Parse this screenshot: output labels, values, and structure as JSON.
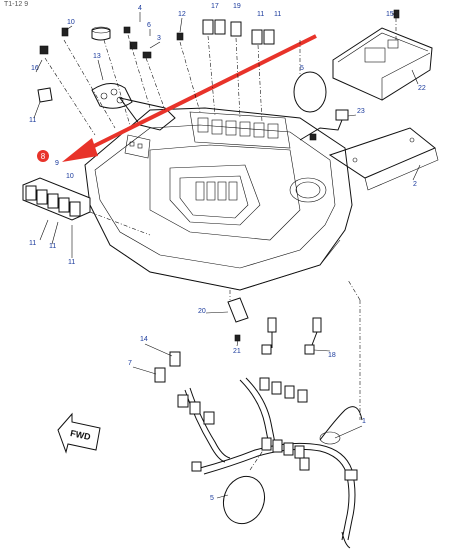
{
  "header": {
    "part_code": "T1-12 9"
  },
  "callouts": [
    {
      "id": "c4",
      "text": "4"
    },
    {
      "id": "c6",
      "text": "6"
    },
    {
      "id": "c3",
      "text": "3"
    },
    {
      "id": "c10",
      "text": "10"
    },
    {
      "id": "c13",
      "text": "13"
    },
    {
      "id": "c16",
      "text": "16"
    },
    {
      "id": "c11a",
      "text": "11"
    },
    {
      "id": "c12",
      "text": "12"
    },
    {
      "id": "c17",
      "text": "17"
    },
    {
      "id": "c19",
      "text": "19"
    },
    {
      "id": "c11b",
      "text": "11"
    },
    {
      "id": "c11c",
      "text": "11"
    },
    {
      "id": "c15",
      "text": "15"
    },
    {
      "id": "c22",
      "text": "22"
    },
    {
      "id": "c5a",
      "text": "5"
    },
    {
      "id": "c23",
      "text": "23"
    },
    {
      "id": "c2",
      "text": "2"
    },
    {
      "id": "c8",
      "text": "8"
    },
    {
      "id": "c9",
      "text": "9"
    },
    {
      "id": "c10b",
      "text": "10"
    },
    {
      "id": "c11d",
      "text": "11"
    },
    {
      "id": "c11e",
      "text": "11"
    },
    {
      "id": "c11f",
      "text": "11"
    },
    {
      "id": "c20",
      "text": "20"
    },
    {
      "id": "c21",
      "text": "21"
    },
    {
      "id": "c18",
      "text": "18"
    },
    {
      "id": "c14",
      "text": "14"
    },
    {
      "id": "c7",
      "text": "7"
    },
    {
      "id": "c1",
      "text": "1"
    },
    {
      "id": "c5b",
      "text": "5"
    }
  ],
  "fwd_label": "FWD",
  "colors": {
    "callout": "#1a3a9c",
    "arrow": "#e8332a",
    "badge": "#e8332a"
  }
}
